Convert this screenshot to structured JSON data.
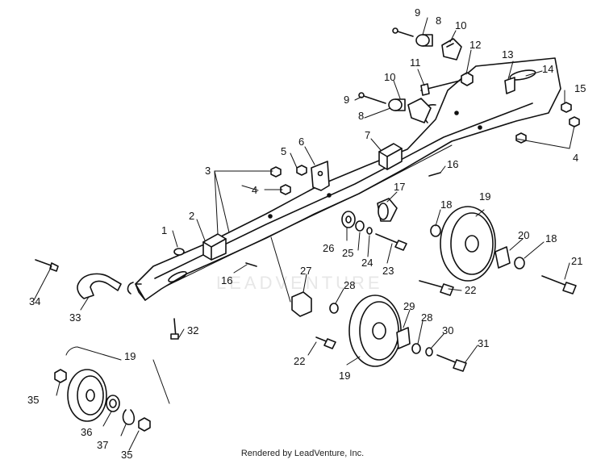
{
  "watermark_text": "LEADVENTURE",
  "footer_text": "Rendered by LeadVenture, Inc.",
  "callouts": {
    "c1": "1",
    "c2": "2",
    "c3": "3",
    "c4a": "4",
    "c4b": "4",
    "c5": "5",
    "c6": "6",
    "c7": "7",
    "c8a": "8",
    "c8b": "8",
    "c9a": "9",
    "c9b": "9",
    "c10a": "10",
    "c10b": "10",
    "c11": "11",
    "c12": "12",
    "c13": "13",
    "c14": "14",
    "c15": "15",
    "c16a": "16",
    "c16b": "16",
    "c17": "17",
    "c18a": "18",
    "c18b": "18",
    "c19a": "19",
    "c19b": "19",
    "c19c": "19",
    "c20": "20",
    "c21": "21",
    "c22a": "22",
    "c22b": "22",
    "c23": "23",
    "c24": "24",
    "c25": "25",
    "c26": "26",
    "c27": "27",
    "c28a": "28",
    "c28b": "28",
    "c29": "29",
    "c30": "30",
    "c31": "31",
    "c32": "32",
    "c33": "33",
    "c34": "34",
    "c35a": "35",
    "c35b": "35",
    "c36": "36",
    "c37": "37"
  },
  "colors": {
    "ink": "#111111",
    "paper": "#ffffff"
  }
}
